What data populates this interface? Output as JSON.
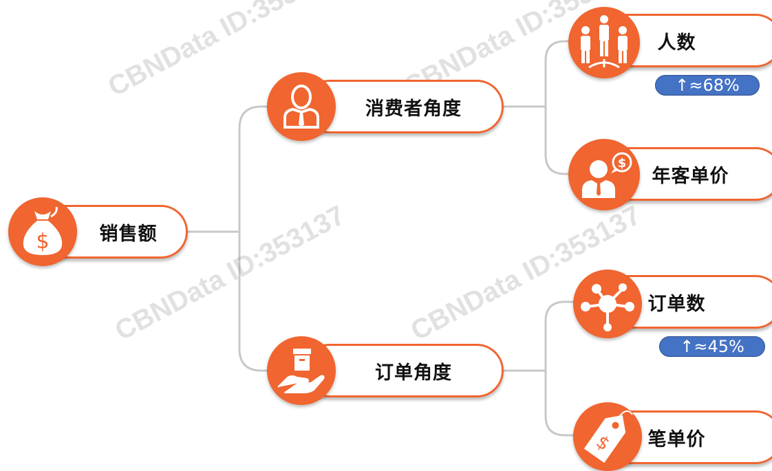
{
  "root": {
    "label": "销售额",
    "icon": "money-bag-icon"
  },
  "branches": [
    {
      "label": "消费者角度",
      "icon": "person-tie-icon",
      "children": [
        {
          "label": "人数",
          "icon": "people-group-icon",
          "badge": "↑≈68%"
        },
        {
          "label": "年客单价",
          "icon": "person-dollar-icon"
        }
      ]
    },
    {
      "label": "订单角度",
      "icon": "hand-box-icon",
      "children": [
        {
          "label": "订单数",
          "icon": "network-hub-icon",
          "badge": "↑≈45%"
        },
        {
          "label": "笔单价",
          "icon": "price-tag-icon"
        }
      ]
    }
  ],
  "watermark": "CBNData ID:353137",
  "colors": {
    "accent": "#F06530",
    "badge": "#4472C4",
    "connector": "#C8C8C8"
  }
}
